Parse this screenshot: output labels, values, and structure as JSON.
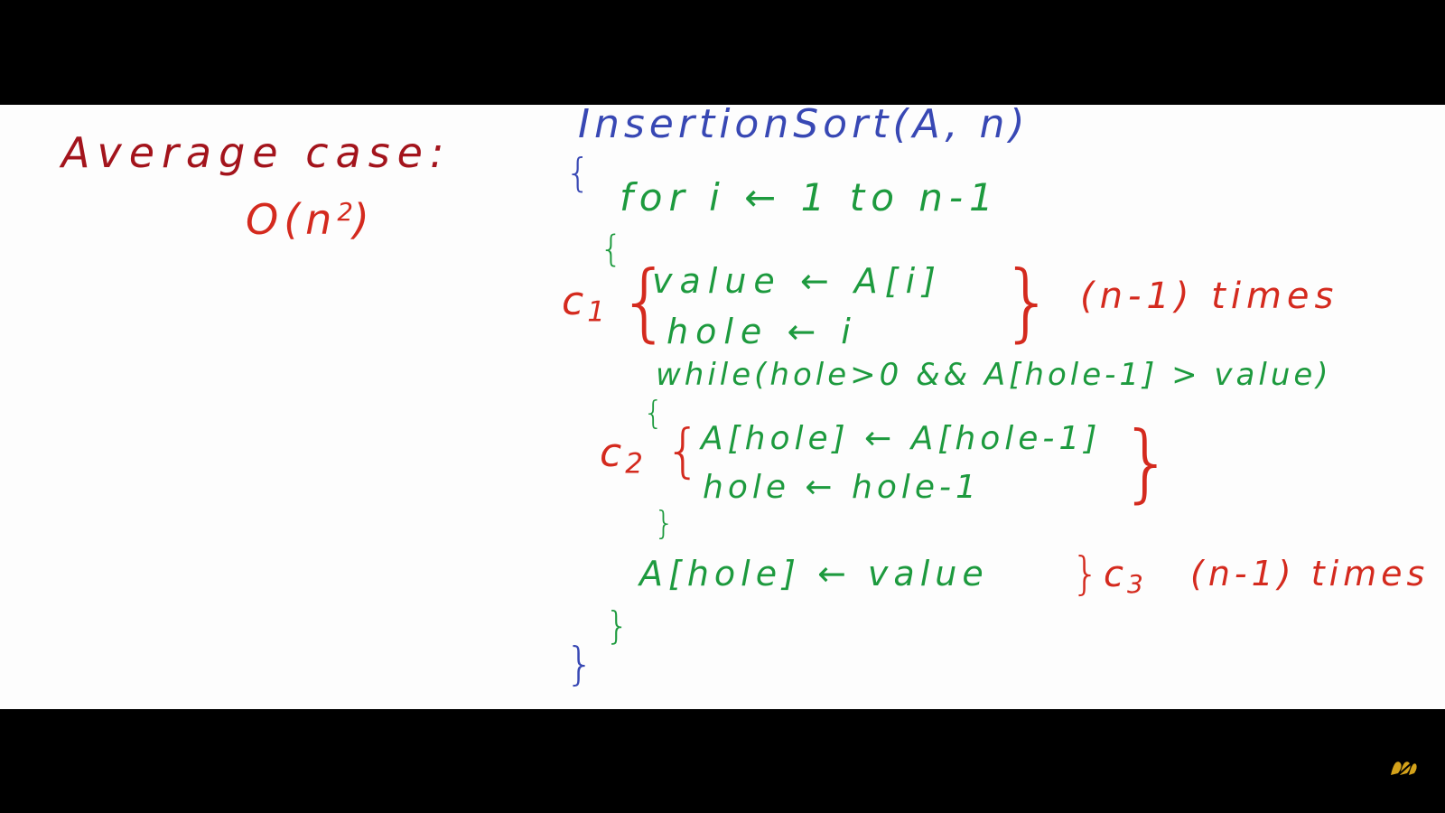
{
  "avg": {
    "label": "Average case:",
    "bigo": "O(n",
    "bigo_exp": "2",
    "bigo_close": ")"
  },
  "code": {
    "title": "InsertionSort(A, n)",
    "open_outer": "{",
    "for": "for i ← 1 to n-1",
    "open_for": "{",
    "line_value": "value ← A[i]",
    "line_hole": "hole ← i",
    "while": "while(hole>0 && A[hole-1] > value)",
    "open_while": "{",
    "line_shift": "A[hole] ← A[hole-1]",
    "line_dec": "hole ← hole-1",
    "close_while": "}",
    "line_assign": "A[hole] ← value",
    "close_for": "}",
    "close_outer": "}"
  },
  "annotations": {
    "c1": "c",
    "c1_sub": "1",
    "c1_times": "(n-1) times",
    "c2": "c",
    "c2_sub": "2",
    "c3": "c",
    "c3_sub": "3",
    "c3_times": "(n-1) times",
    "brace_left": "{",
    "brace_right": "}"
  },
  "colors": {
    "title": "#3848b4",
    "code": "#1d9a3e",
    "annotation": "#d42a1e",
    "heading": "#a3141c",
    "logo": "#d4a21a"
  },
  "icons": {
    "logo": "channel-watermark-icon"
  }
}
